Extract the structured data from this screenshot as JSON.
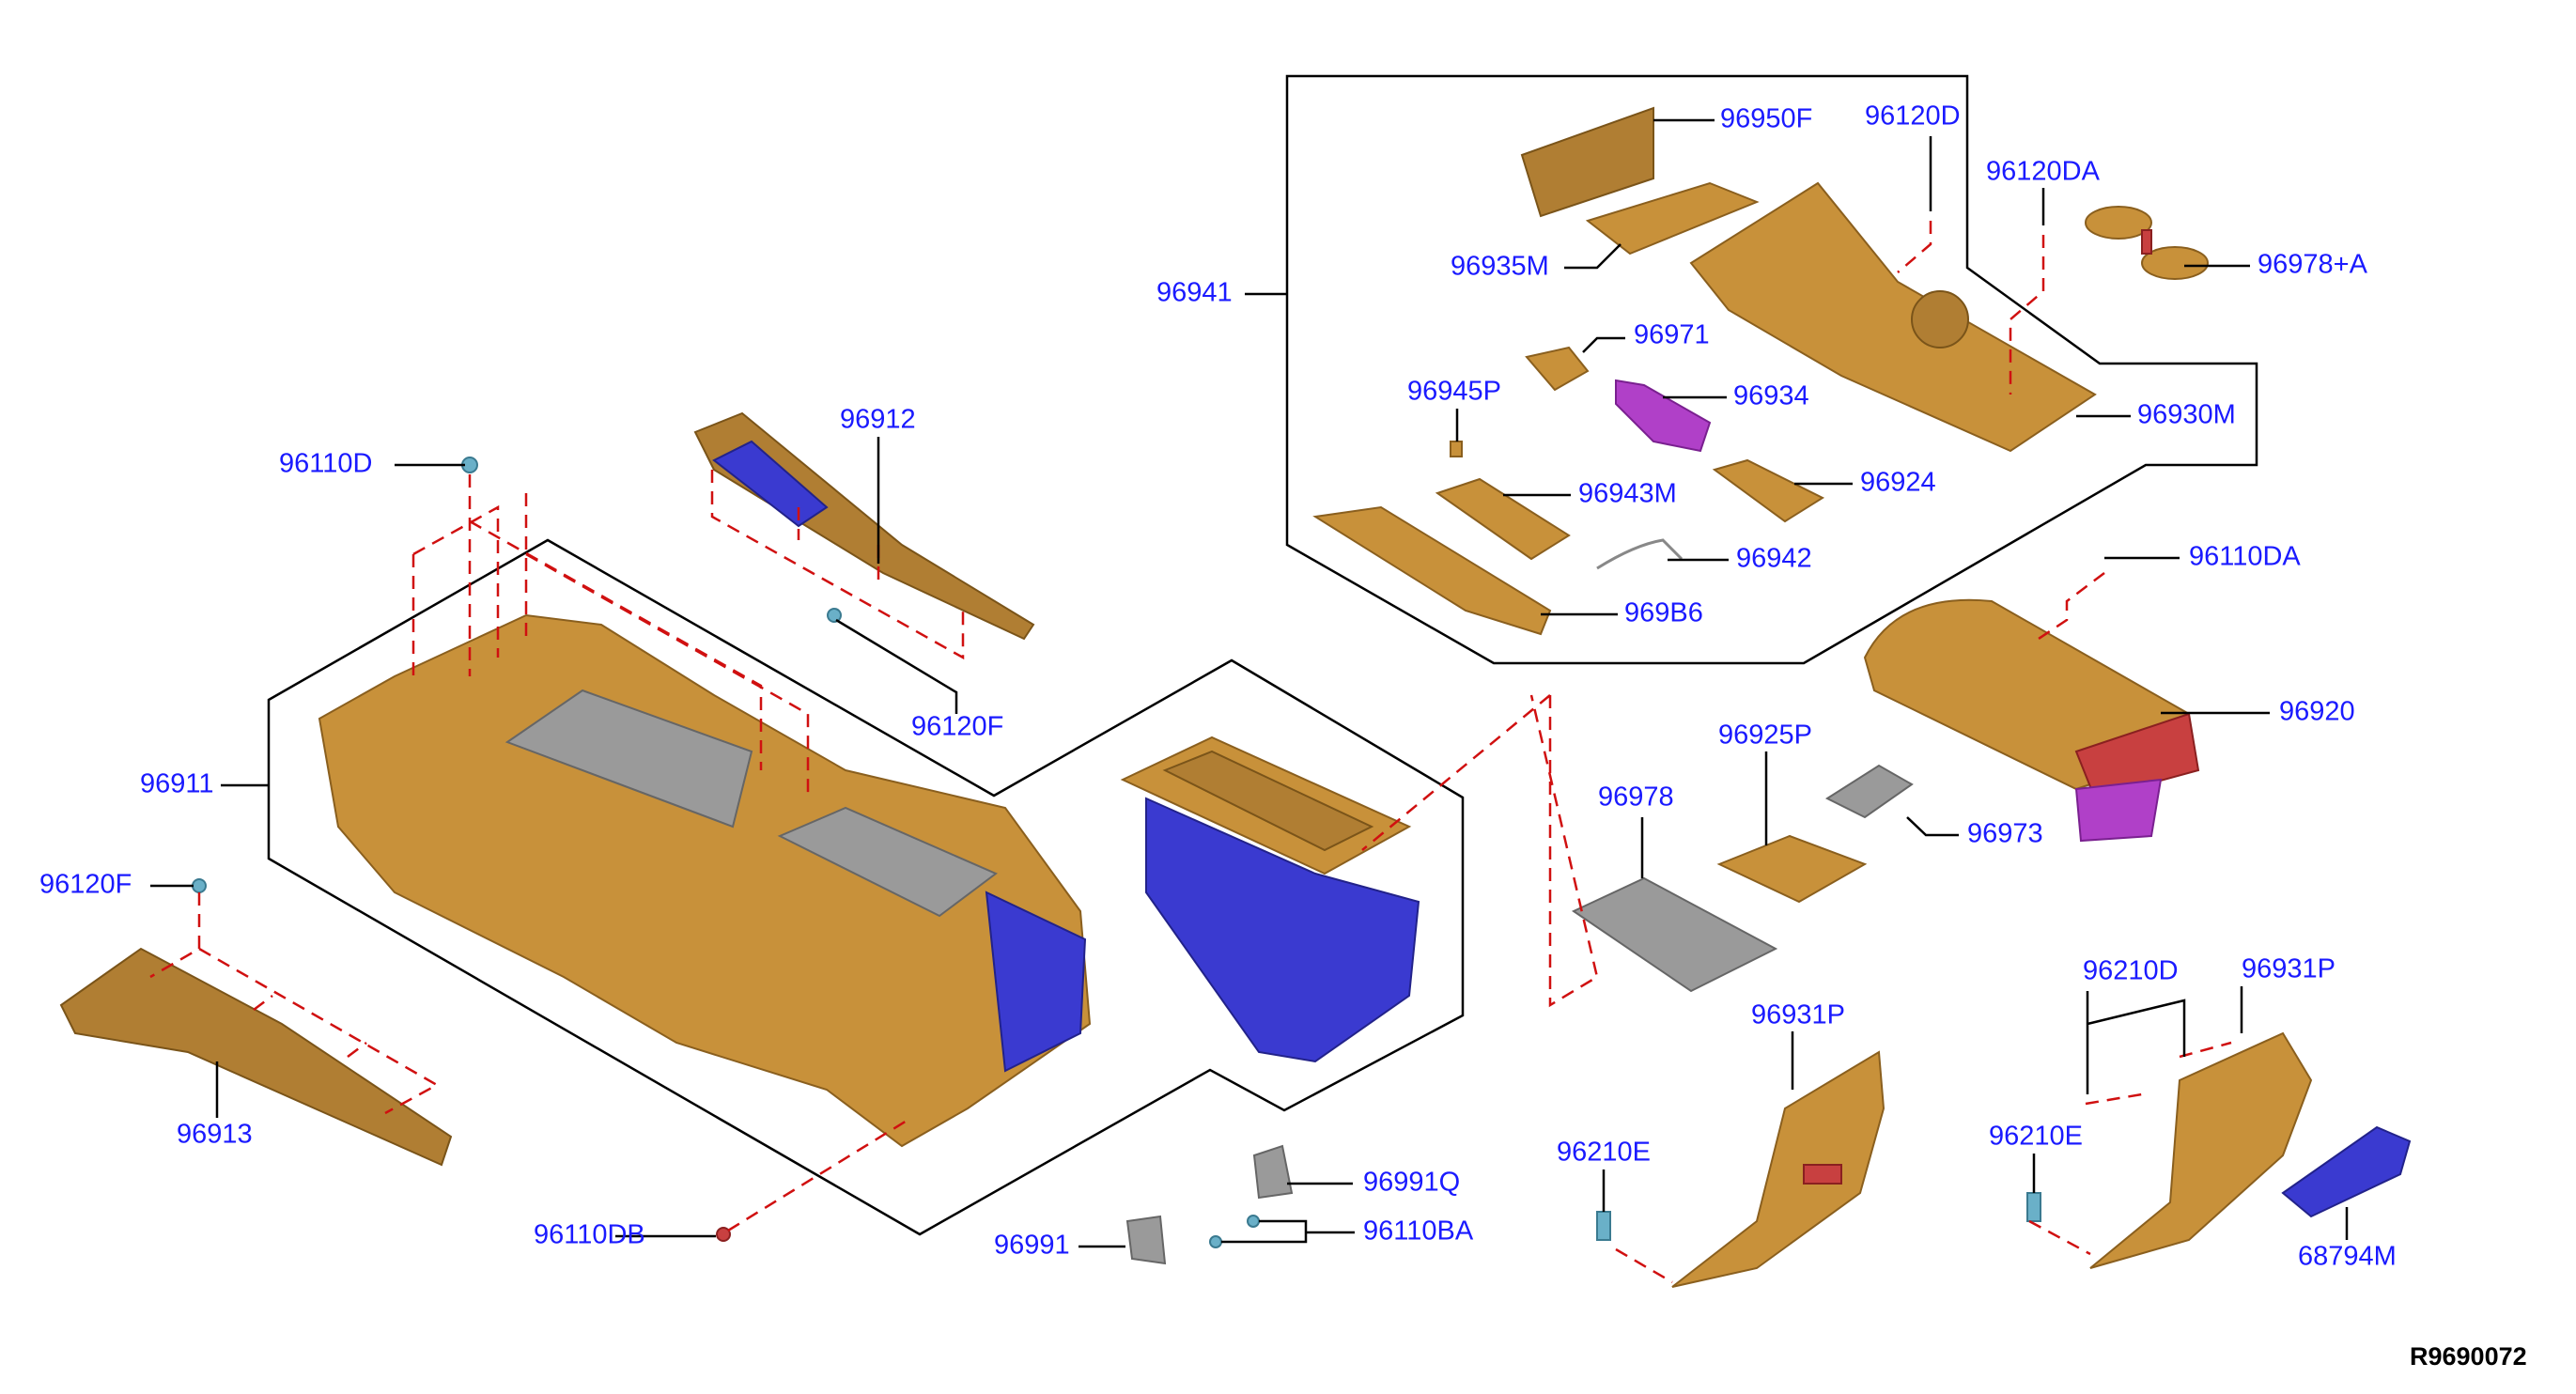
{
  "diagram": {
    "reference_code": "R9690072",
    "callouts": [
      {
        "id": "c1",
        "part": "96950F"
      },
      {
        "id": "c2",
        "part": "96120D"
      },
      {
        "id": "c3",
        "part": "96120DA"
      },
      {
        "id": "c4",
        "part": "96978+A"
      },
      {
        "id": "c5",
        "part": "96935M"
      },
      {
        "id": "c6",
        "part": "96941"
      },
      {
        "id": "c7",
        "part": "96971"
      },
      {
        "id": "c8",
        "part": "96945P"
      },
      {
        "id": "c9",
        "part": "96934"
      },
      {
        "id": "c10",
        "part": "96930M"
      },
      {
        "id": "c11",
        "part": "96924"
      },
      {
        "id": "c12",
        "part": "96943M"
      },
      {
        "id": "c13",
        "part": "96942"
      },
      {
        "id": "c14",
        "part": "969B6"
      },
      {
        "id": "c15",
        "part": "96110DA"
      },
      {
        "id": "c16",
        "part": "96912"
      },
      {
        "id": "c17",
        "part": "96110D"
      },
      {
        "id": "c18",
        "part": "96911"
      },
      {
        "id": "c19",
        "part": "96120F"
      },
      {
        "id": "c20",
        "part": "96920"
      },
      {
        "id": "c21",
        "part": "96925P"
      },
      {
        "id": "c22",
        "part": "96978"
      },
      {
        "id": "c23",
        "part": "96973"
      },
      {
        "id": "c24",
        "part": "96120F"
      },
      {
        "id": "c25",
        "part": "96913"
      },
      {
        "id": "c26",
        "part": "96210D"
      },
      {
        "id": "c27",
        "part": "96931P"
      },
      {
        "id": "c28",
        "part": "96931P"
      },
      {
        "id": "c29",
        "part": "96991Q"
      },
      {
        "id": "c30",
        "part": "96210E"
      },
      {
        "id": "c31",
        "part": "96210E"
      },
      {
        "id": "c32",
        "part": "96110BA"
      },
      {
        "id": "c33",
        "part": "96110DB"
      },
      {
        "id": "c34",
        "part": "96991"
      },
      {
        "id": "c35",
        "part": "68794M"
      }
    ]
  }
}
